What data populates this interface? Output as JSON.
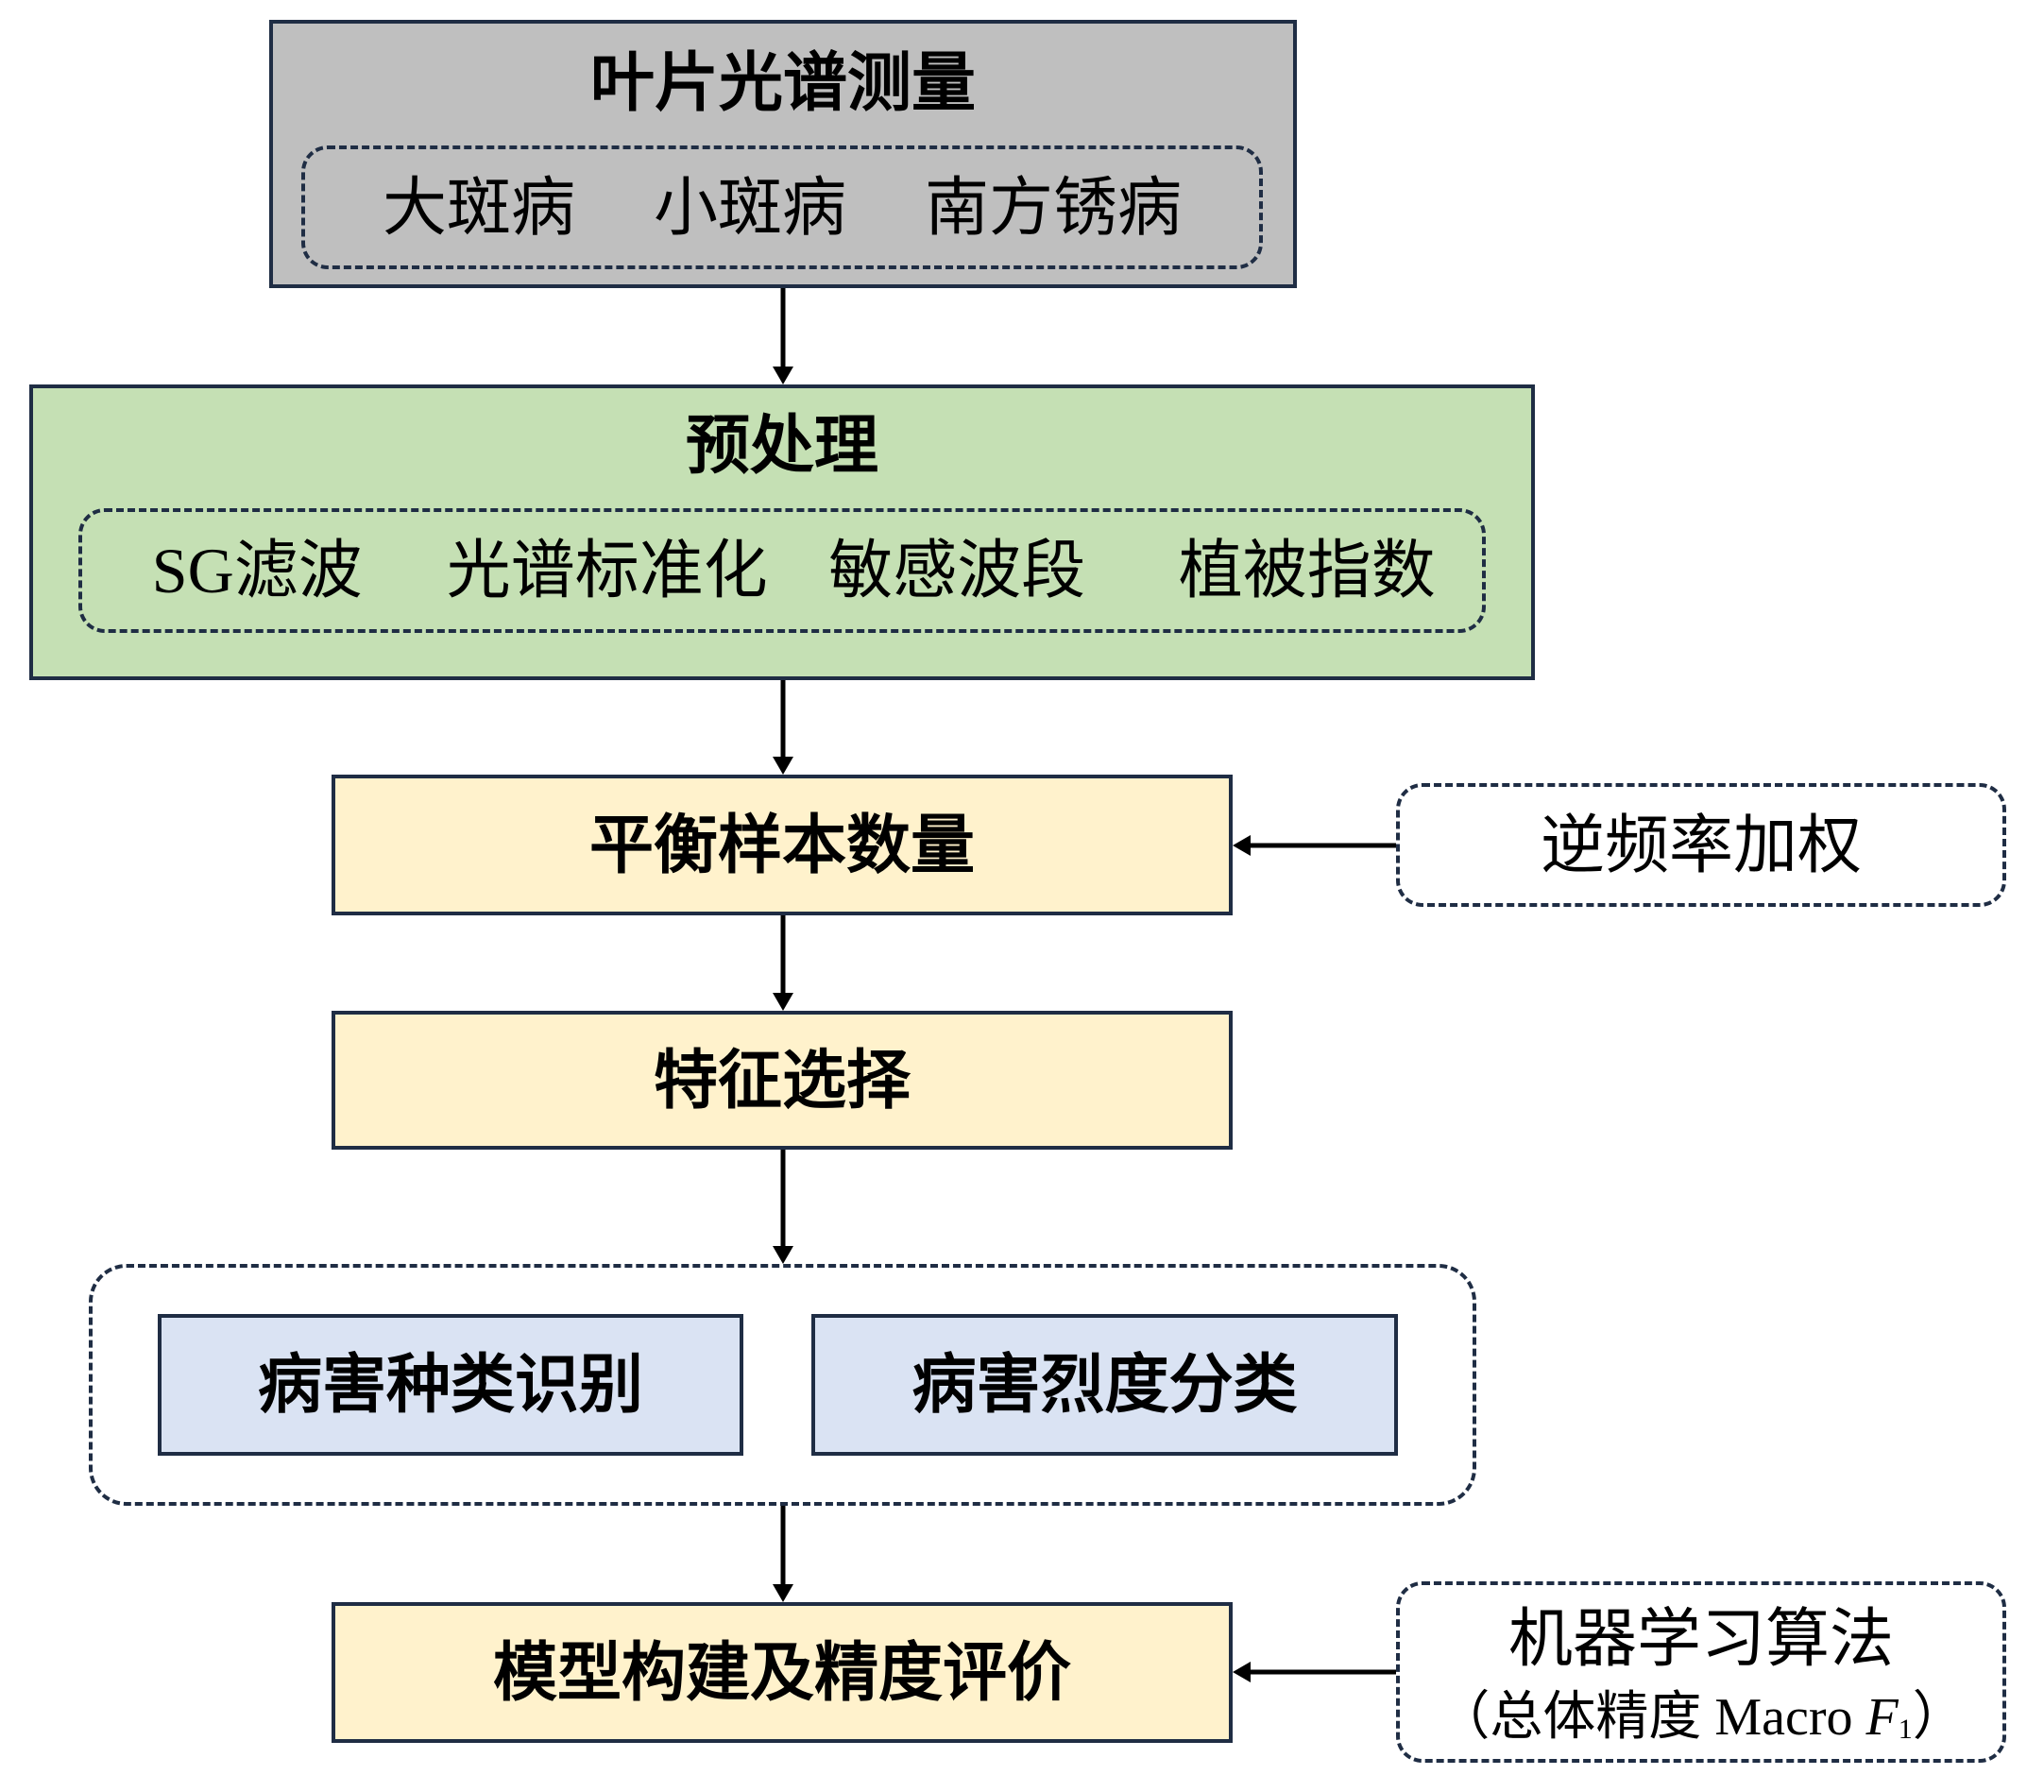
{
  "diagram": {
    "leaf_spectra": {
      "title": "叶片光谱测量",
      "items": [
        "大斑病",
        "小斑病",
        "南方锈病"
      ]
    },
    "preprocessing": {
      "title": "预处理",
      "items": [
        "SG滤波",
        "光谱标准化",
        "敏感波段",
        "植被指数"
      ]
    },
    "balance": {
      "title": "平衡样本数量"
    },
    "inverse_frequency": {
      "label": "逆频率加权"
    },
    "feature_selection": {
      "title": "特征选择"
    },
    "tasks": {
      "disease_type": "病害种类识别",
      "disease_severity": "病害烈度分类"
    },
    "model": {
      "title": "模型构建及精度评价"
    },
    "ml_algorithms": {
      "line1": "机器学习算法",
      "line2_prefix": "（总体精度 Macro ",
      "line2_var": "F",
      "line2_sub": "1",
      "line2_suffix": "）"
    }
  },
  "colors": {
    "measurement_fill": "#bfbfbf",
    "preprocessing_fill": "#c5e0b4",
    "step_fill": "#fff2cc",
    "task_fill": "#dae3f3",
    "border": "#1f2d44",
    "arrow": "#000000"
  }
}
